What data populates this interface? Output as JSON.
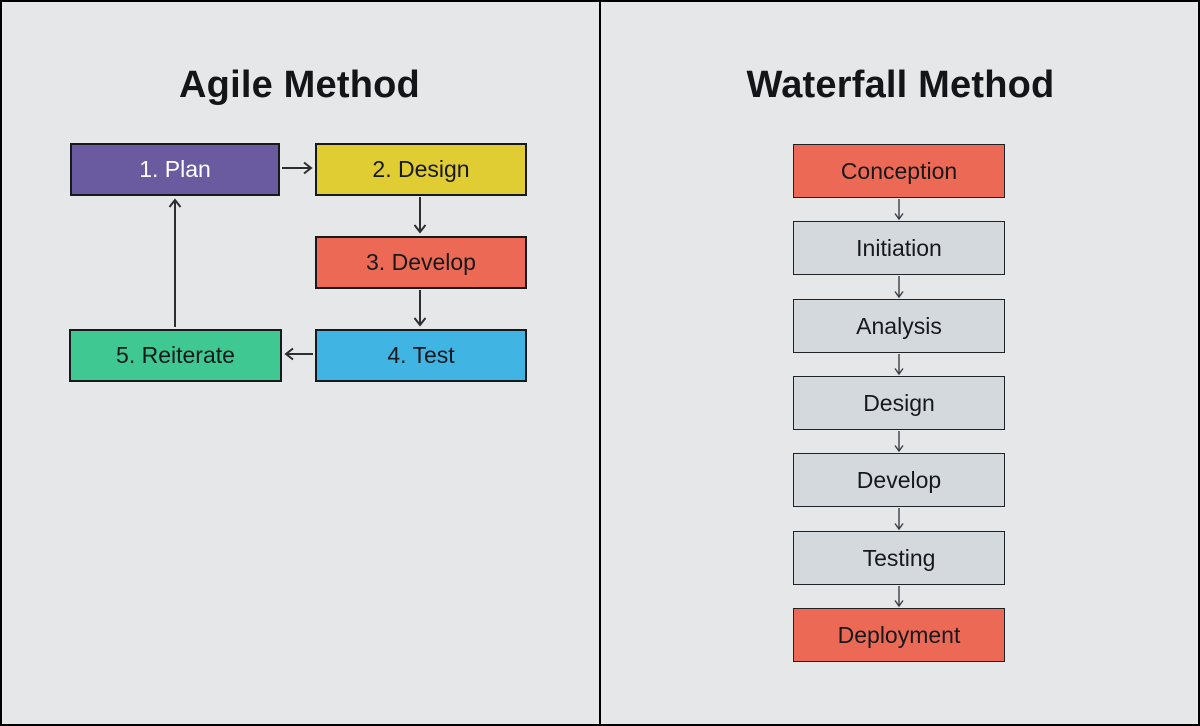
{
  "agile": {
    "title": "Agile Method",
    "steps": [
      {
        "label": "1. Plan",
        "fill": "#6A5A9F",
        "text": "#FFFFFF"
      },
      {
        "label": "2. Design",
        "fill": "#E0CC33",
        "text": "#17191C"
      },
      {
        "label": "3. Develop",
        "fill": "#EC6A55",
        "text": "#17191C"
      },
      {
        "label": "4. Test",
        "fill": "#40B4E3",
        "text": "#17191C"
      },
      {
        "label": "5. Reiterate",
        "fill": "#40C892",
        "text": "#17191C"
      }
    ],
    "connections": [
      [
        "1. Plan",
        "2. Design"
      ],
      [
        "2. Design",
        "3. Develop"
      ],
      [
        "3. Develop",
        "4. Test"
      ],
      [
        "4. Test",
        "5. Reiterate"
      ],
      [
        "5. Reiterate",
        "1. Plan"
      ]
    ]
  },
  "waterfall": {
    "title": "Waterfall Method",
    "steps": [
      {
        "label": "Conception",
        "fill": "#EC6A55",
        "text": "#17191C"
      },
      {
        "label": "Initiation",
        "fill": "#D3D9DD",
        "text": "#17191C"
      },
      {
        "label": "Analysis",
        "fill": "#D3D9DD",
        "text": "#17191C"
      },
      {
        "label": "Design",
        "fill": "#D3D9DD",
        "text": "#17191C"
      },
      {
        "label": "Develop",
        "fill": "#D3D9DD",
        "text": "#17191C"
      },
      {
        "label": "Testing",
        "fill": "#D3D9DD",
        "text": "#17191C"
      },
      {
        "label": "Deployment",
        "fill": "#EC6A55",
        "text": "#17191C"
      }
    ],
    "connections": [
      [
        "Conception",
        "Initiation"
      ],
      [
        "Initiation",
        "Analysis"
      ],
      [
        "Analysis",
        "Design"
      ],
      [
        "Design",
        "Develop"
      ],
      [
        "Develop",
        "Testing"
      ],
      [
        "Testing",
        "Deployment"
      ]
    ]
  },
  "colors": {
    "background": "#E6E7E9",
    "frame_border": "#000000",
    "node_border_dark": "#17191C",
    "arrow_left": "#2E2E2E",
    "arrow_right": "#3A3F44"
  }
}
